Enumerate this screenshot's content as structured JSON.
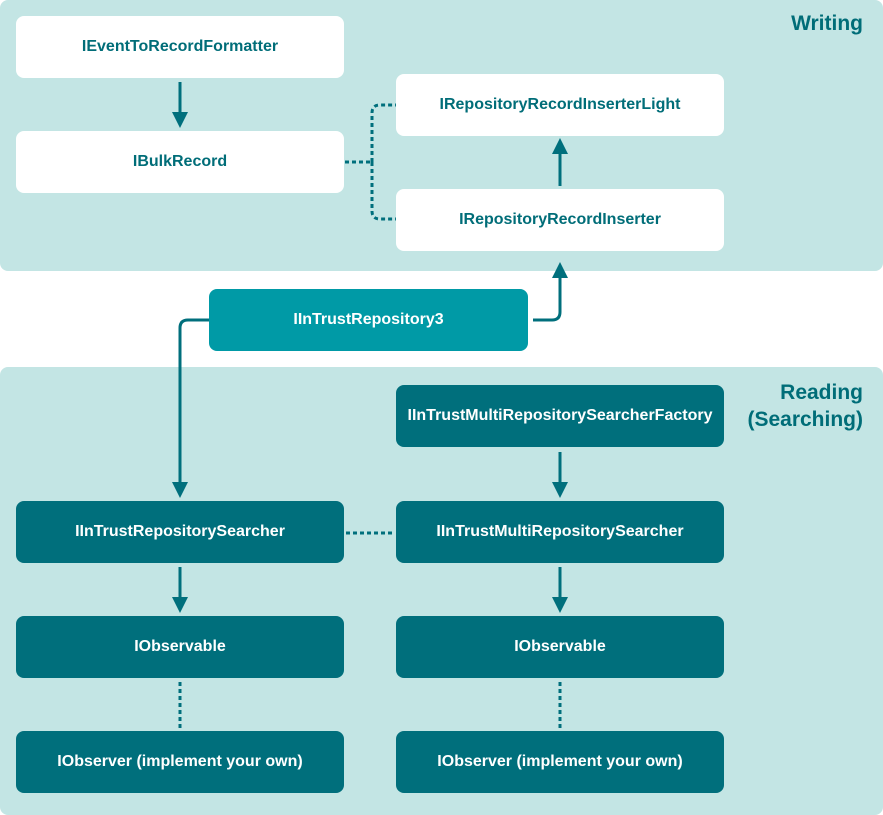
{
  "panels": {
    "writing": {
      "title": "Writing"
    },
    "reading": {
      "title": "Reading\n(Searching)"
    }
  },
  "nodes": {
    "event_formatter": "IEventToRecordFormatter",
    "bulk_record": "IBulkRecord",
    "inserter_light": "IRepositoryRecordInserterLight",
    "inserter": "IRepositoryRecordInserter",
    "trust_repository": "IInTrustRepository3",
    "multi_searcher_factory": "IInTrustMultiRepositorySearcherFactory",
    "repository_searcher": "IInTrustRepositorySearcher",
    "multi_searcher": "IInTrustMultiRepositorySearcher",
    "observable_left": "IObservable",
    "observable_right": "IObservable",
    "observer_left": "IObserver (implement your own)",
    "observer_right": "IObserver (implement your own)"
  },
  "colors": {
    "panel_bg": "#c3e5e4",
    "title": "#006d78",
    "node_light": "#ffffff",
    "node_dark": "#006f7c",
    "node_accent": "#009aa6",
    "connector": "#006f7c"
  }
}
